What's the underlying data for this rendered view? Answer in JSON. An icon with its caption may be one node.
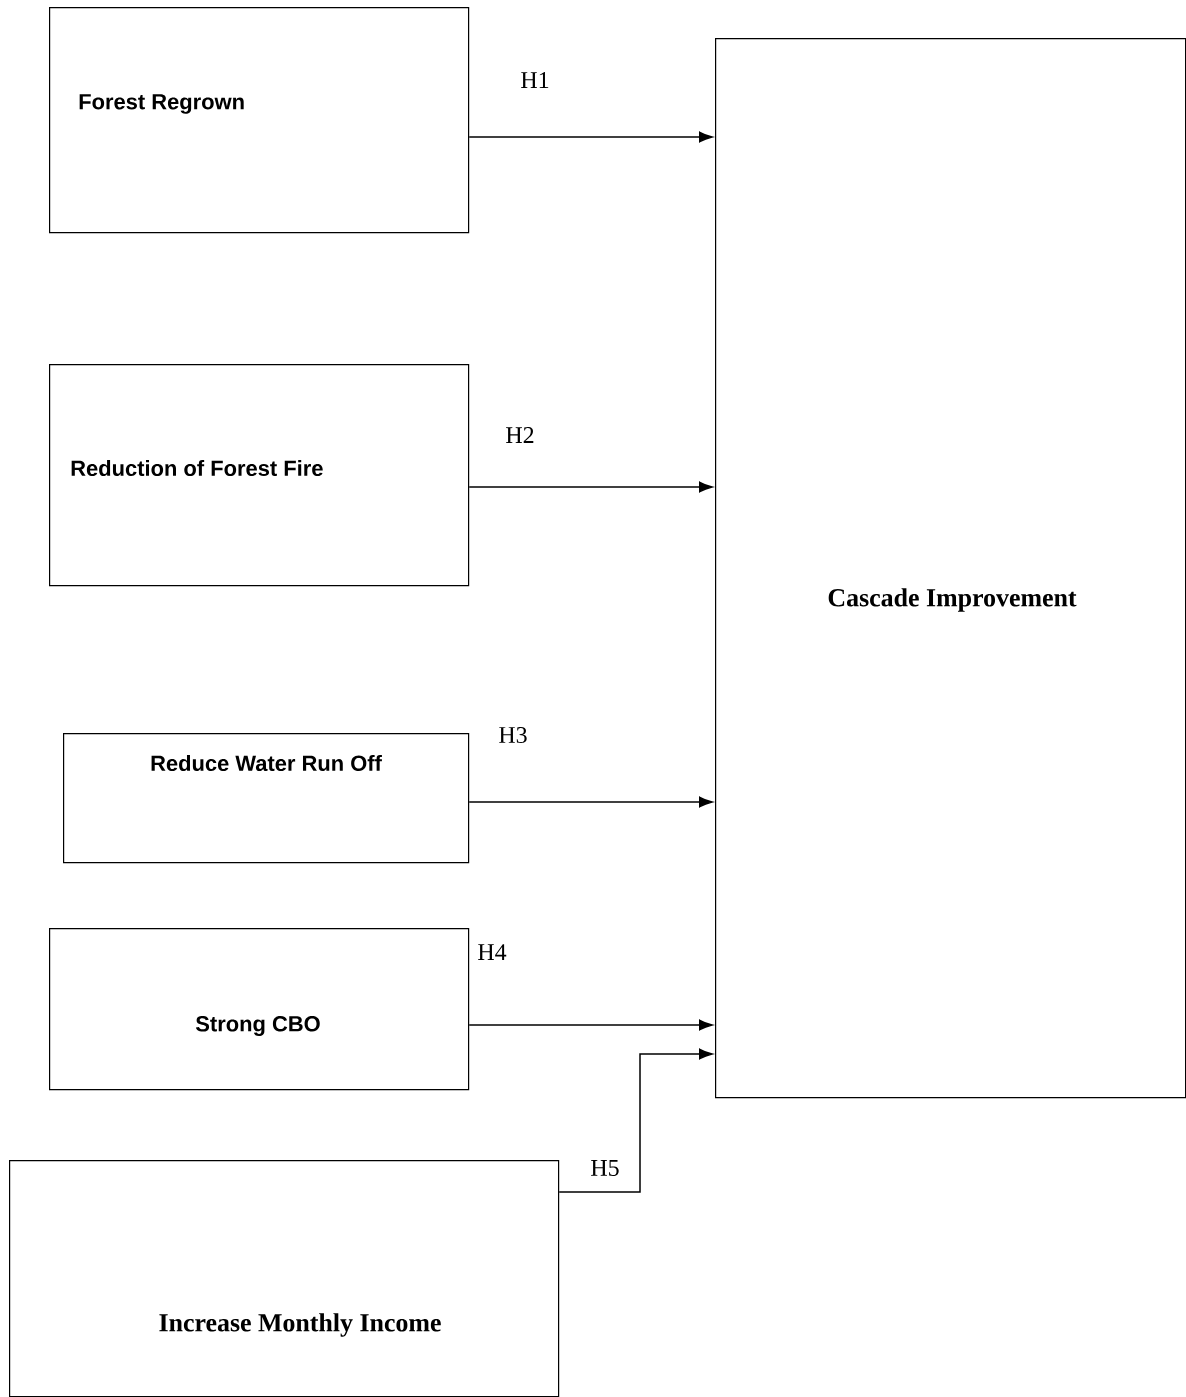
{
  "diagram": {
    "nodes": [
      {
        "text": [
          "Forest Regrown"
        ]
      },
      {
        "text": [
          "Reduction of Forest Fire"
        ]
      },
      {
        "text": [
          "Reduce Water Run Off"
        ]
      },
      {
        "text": [
          "Strong CBO"
        ]
      },
      {
        "text": [
          "Increase Monthly Income"
        ]
      },
      {
        "text": [
          "Cascade Improvement"
        ]
      }
    ],
    "edges": [
      {
        "from": 0,
        "to": 5,
        "arrow": "to",
        "label": "H1"
      },
      {
        "from": 1,
        "to": 5,
        "arrow": "to",
        "label": "H2"
      },
      {
        "from": 2,
        "to": 5,
        "arrow": "to",
        "label": "H3"
      },
      {
        "from": 3,
        "to": 5,
        "arrow": "to",
        "label": "H4"
      },
      {
        "from": 4,
        "to": 5,
        "arrow": "to",
        "label": "H5"
      }
    ]
  }
}
